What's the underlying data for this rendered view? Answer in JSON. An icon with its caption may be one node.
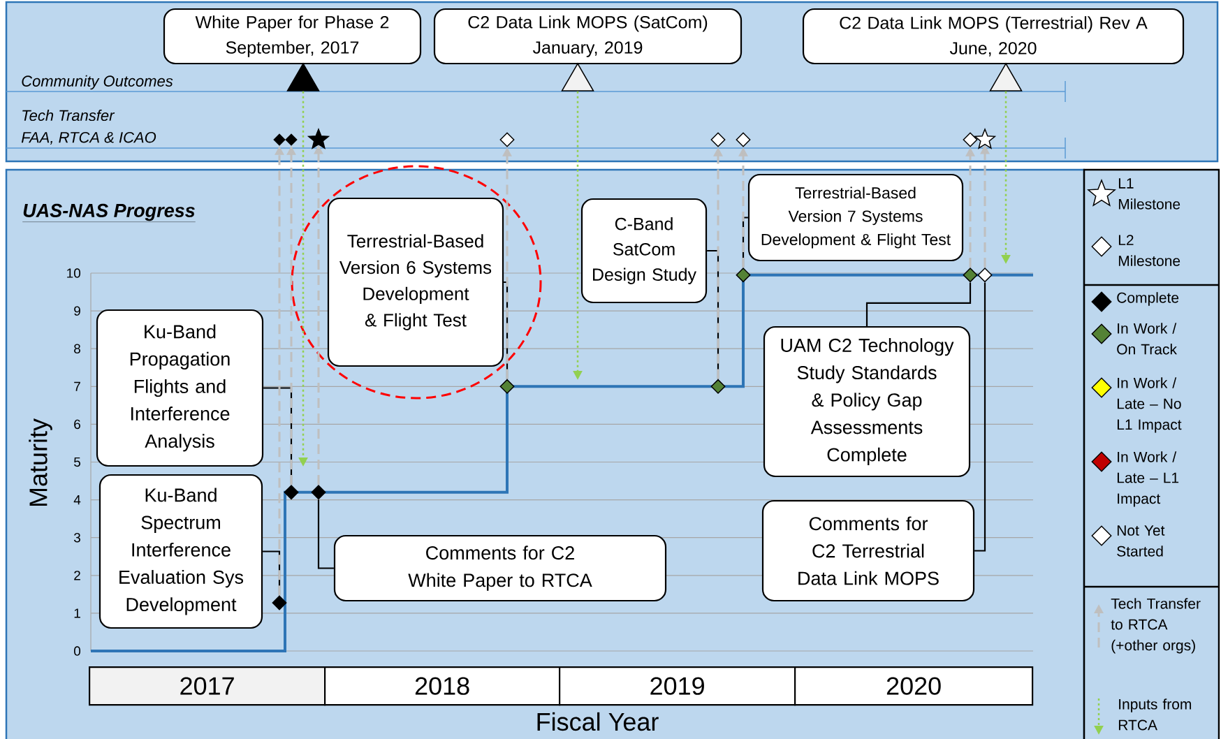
{
  "diagram": {
    "title": "UAS-NAS Progress",
    "nodes": [
      {
        "text": [
          "White Paper for Phase 2",
          "September, 2017"
        ]
      },
      {
        "text": [
          "C2 Data Link MOPS (SatCom)",
          "January, 2019"
        ]
      },
      {
        "text": [
          "C2 Data Link MOPS (Terrestrial) Rev A",
          "June, 2020"
        ]
      },
      {
        "text": [],
        "shape": "triangle"
      },
      {
        "text": [],
        "shape": "triangle"
      },
      {
        "text": [],
        "shape": "triangle"
      },
      {
        "text": [],
        "shape": "diamond"
      },
      {
        "text": [],
        "shape": "diamond"
      },
      {
        "text": [],
        "shape": "star"
      },
      {
        "text": [],
        "shape": "diamond"
      },
      {
        "text": [],
        "shape": "diamond"
      },
      {
        "text": [],
        "shape": "diamond"
      },
      {
        "text": [],
        "shape": "diamond"
      },
      {
        "text": [],
        "shape": "star"
      },
      {
        "text": [
          "Terrestrial-Based Version 6 Systems Development & Flight Test"
        ]
      },
      {
        "text": [
          "C-Band SatCom Design Study"
        ]
      },
      {
        "text": [
          "Terrestrial-Based Version 7 Systems Development & Flight Test"
        ]
      },
      {
        "text": [
          "Ku-Band Propagation Flights and Interference Analysis"
        ]
      },
      {
        "text": [
          "Ku-Band Spectrum Interference Evaluation Sys Development"
        ]
      },
      {
        "text": [
          "UAM C2 Technology Study Standards & Policy Gap Assessments Complete"
        ]
      },
      {
        "text": [
          "Comments for C2 White Paper to RTCA"
        ]
      },
      {
        "text": [
          "Comments for C2 Terrestrial Data Link MOPS"
        ]
      },
      {
        "text": [],
        "shape": "diamond"
      },
      {
        "text": [],
        "shape": "diamond"
      },
      {
        "text": [],
        "shape": "diamond"
      },
      {
        "text": [],
        "shape": "diamond"
      },
      {
        "text": [],
        "shape": "diamond"
      },
      {
        "text": [],
        "shape": "diamond"
      },
      {
        "text": [],
        "shape": "diamond"
      },
      {
        "text": [],
        "shape": "diamond"
      }
    ],
    "edges": [
      {
        "from": 18,
        "to": 22,
        "arrow": "none"
      },
      {
        "from": 17,
        "to": 23,
        "arrow": "none"
      },
      {
        "from": 20,
        "to": 24,
        "arrow": "none"
      },
      {
        "from": 14,
        "to": 25,
        "arrow": "none"
      },
      {
        "from": 15,
        "to": 26,
        "arrow": "none"
      },
      {
        "from": 16,
        "to": 27,
        "arrow": "none"
      },
      {
        "from": 19,
        "to": 28,
        "arrow": "none"
      },
      {
        "from": 21,
        "to": 29,
        "arrow": "none"
      },
      {
        "from": 22,
        "to": 6,
        "arrow": "to",
        "style": "dashed",
        "color": "#bfbfbf"
      },
      {
        "from": 23,
        "to": 7,
        "arrow": "to",
        "style": "dashed",
        "color": "#bfbfbf"
      },
      {
        "from": 24,
        "to": 8,
        "arrow": "to",
        "style": "dashed",
        "color": "#bfbfbf"
      },
      {
        "from": 25,
        "to": 9,
        "arrow": "to",
        "style": "dashed",
        "color": "#bfbfbf"
      },
      {
        "from": 26,
        "to": 10,
        "arrow": "to",
        "style": "dashed",
        "color": "#bfbfbf"
      },
      {
        "from": 27,
        "to": 11,
        "arrow": "to",
        "style": "dashed",
        "color": "#bfbfbf"
      },
      {
        "from": 28,
        "to": 12,
        "arrow": "to",
        "style": "dashed",
        "color": "#bfbfbf"
      },
      {
        "from": 29,
        "to": 13,
        "arrow": "to",
        "style": "dashed",
        "color": "#bfbfbf"
      },
      {
        "from": 3,
        "to": null,
        "arrow": "to",
        "style": "dashed",
        "color": "#92d050"
      },
      {
        "from": 4,
        "to": null,
        "arrow": "to",
        "style": "dashed",
        "color": "#92d050"
      },
      {
        "from": 5,
        "to": null,
        "arrow": "to",
        "style": "dashed",
        "color": "#92d050"
      }
    ],
    "labels": [
      "Community Outcomes",
      "Tech Transfer",
      "FAA, RTCA & ICAO",
      "10",
      "9",
      "8",
      "7",
      "6",
      "5",
      "4",
      "3",
      "2",
      "1",
      "0",
      "Maturity",
      "2017",
      "2018",
      "2019",
      "2020",
      "Fiscal Year"
    ],
    "legend": [
      {
        "text": "L1 Milestone"
      },
      {
        "text": "L2 Milestone"
      },
      {
        "text": "Complete",
        "color": "#000000"
      },
      {
        "text": "In Work / On Track",
        "color": "#548235"
      },
      {
        "text": "In Work / Late – No L1 Impact",
        "color": "#ffff00"
      },
      {
        "text": "In Work / Late – L1 Impact",
        "color": "#c00000"
      },
      {
        "text": "Not Yet Started",
        "color": "#ffffff"
      },
      {
        "text": "Tech Transfer to RTCA (+other orgs)"
      },
      {
        "text": "Inputs from RTCA"
      }
    ]
  }
}
